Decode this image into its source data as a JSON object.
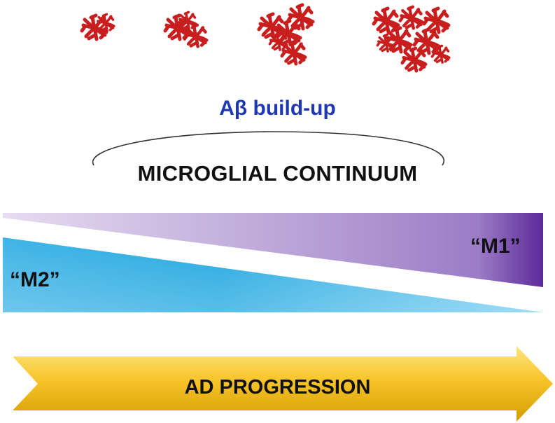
{
  "labels": {
    "abeta": "Aβ build-up",
    "continuum": "MICROGLIAL CONTINUUM",
    "m1": "“M1”",
    "m2": "“M2”",
    "progression": "AD PROGRESSION"
  },
  "colors": {
    "abeta_text": "#1f39b5",
    "aggregate": "#c81e1e",
    "m1_light": "#cdbbe0",
    "m1_dark": "#5d2a9a",
    "m2_light": "#5cc2ee",
    "m2_dark": "#1aa3dd",
    "arrow_light": "#ffd94d",
    "arrow_dark": "#d9a400"
  },
  "icons": {
    "aggregate": "amyloid-aggregate-icon",
    "bracket": "curved-bracket"
  }
}
